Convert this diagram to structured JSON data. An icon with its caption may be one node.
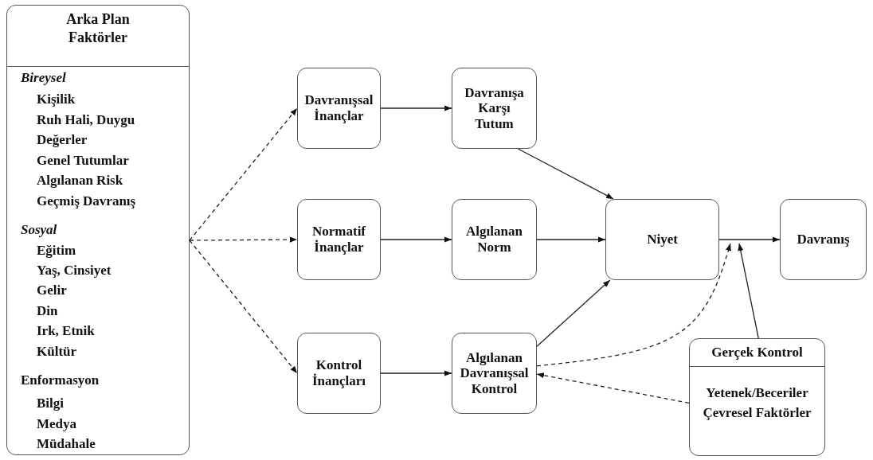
{
  "diagram": {
    "nodes": [
      {
        "text": [
          "Arka Plan Faktörler",
          "Bireysel",
          "Kişilik",
          "Ruh Hali, Duygu",
          "Değerler",
          "Genel Tutumlar",
          "Algılanan Risk",
          "Geçmiş Davranış",
          "Sosyal",
          "Eğitim",
          "Yaş, Cinsiyet",
          "Gelir",
          "Din",
          "Irk, Etnik",
          "Kültür",
          "Enformasyon",
          "Bilgi",
          "Medya",
          "Müdahale"
        ]
      },
      {
        "text": [
          "Davranışsal İnançlar"
        ]
      },
      {
        "text": [
          "Davranışa Karşı Tutum"
        ]
      },
      {
        "text": [
          "Normatif İnançlar"
        ]
      },
      {
        "text": [
          "Algılanan Norm"
        ]
      },
      {
        "text": [
          "Niyet"
        ]
      },
      {
        "text": [
          "Davranış"
        ]
      },
      {
        "text": [
          "Kontrol İnançları"
        ]
      },
      {
        "text": [
          "Algılanan Davranışsal Kontrol"
        ]
      },
      {
        "text": [
          "Gerçek Kontrol",
          "Yetenek/Beceriler",
          "Çevresel Faktörler"
        ]
      }
    ],
    "edges": [
      {
        "from": 0,
        "to": 1,
        "arrow": "to",
        "style": "dashed"
      },
      {
        "from": 0,
        "to": 3,
        "arrow": "to",
        "style": "dashed"
      },
      {
        "from": 0,
        "to": 7,
        "arrow": "to",
        "style": "dashed"
      },
      {
        "from": 1,
        "to": 2,
        "arrow": "to"
      },
      {
        "from": 3,
        "to": 4,
        "arrow": "to"
      },
      {
        "from": 7,
        "to": 8,
        "arrow": "to"
      },
      {
        "from": 2,
        "to": 5,
        "arrow": "to"
      },
      {
        "from": 4,
        "to": 5,
        "arrow": "to"
      },
      {
        "from": 8,
        "to": 5,
        "arrow": "to"
      },
      {
        "from": 5,
        "to": 6,
        "arrow": "to"
      },
      {
        "from": 8,
        "to": 5,
        "arrow": "to",
        "style": "dashed"
      },
      {
        "from": 9,
        "to": 5,
        "arrow": "to"
      },
      {
        "from": 9,
        "to": 8,
        "arrow": "to",
        "style": "dashed"
      }
    ]
  }
}
